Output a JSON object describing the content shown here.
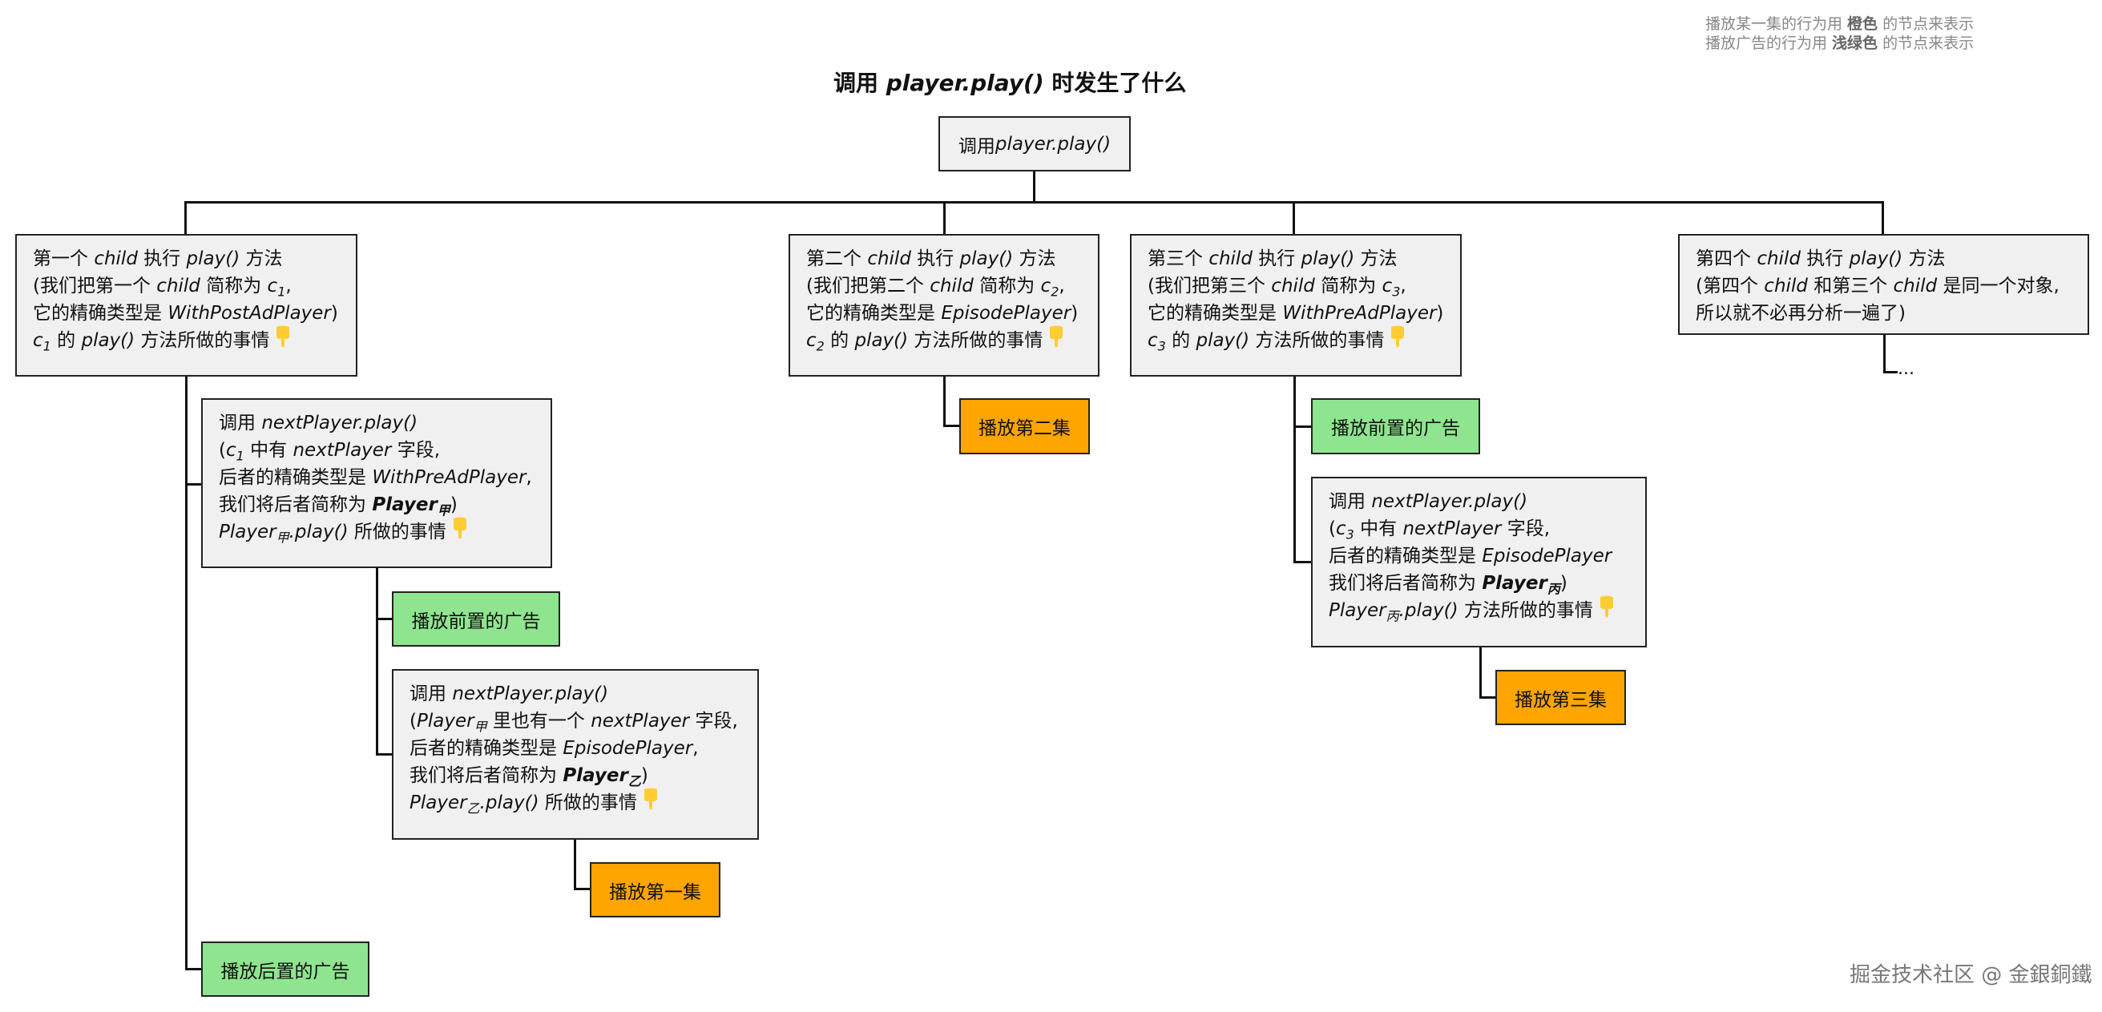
{
  "title": {
    "prefix": "调用 ",
    "code": "player.play()",
    "suffix": " 时发生了什么"
  },
  "legend": {
    "line1": {
      "before": "播放某一集的行为用 ",
      "color_word": "橙色",
      "after": " 的节点来表示"
    },
    "line2": {
      "before": "播放广告的行为用 ",
      "color_word": "浅绿色",
      "after": " 的节点来表示"
    }
  },
  "root": {
    "prefix": "调用 ",
    "code": "player.play()"
  },
  "children": [
    {
      "l1": {
        "a": "第一个 ",
        "b": "child",
        "c": " 执行 ",
        "d": "play()",
        "e": " 方法"
      },
      "l2": {
        "a": "(我们把第一个 ",
        "b": "child",
        "c": " 简称为 ",
        "d": "c",
        "sub": "1",
        "e": ","
      },
      "l3": {
        "a": "它的精确类型是 ",
        "b": "WithPostAdPlayer",
        "c": ")"
      },
      "l4": {
        "a": "c",
        "sub": "1",
        "b": " 的 ",
        "c": "play()",
        "d": " 方法所做的事情"
      }
    },
    {
      "l1": {
        "a": "第二个 ",
        "b": "child",
        "c": " 执行 ",
        "d": "play()",
        "e": " 方法"
      },
      "l2": {
        "a": "(我们把第二个 ",
        "b": "child",
        "c": " 简称为 ",
        "d": "c",
        "sub": "2",
        "e": ","
      },
      "l3": {
        "a": "它的精确类型是 ",
        "b": "EpisodePlayer",
        "c": ")"
      },
      "l4": {
        "a": "c",
        "sub": "2",
        "b": " 的 ",
        "c": "play()",
        "d": " 方法所做的事情"
      }
    },
    {
      "l1": {
        "a": "第三个 ",
        "b": "child",
        "c": " 执行 ",
        "d": "play()",
        "e": " 方法"
      },
      "l2": {
        "a": "(我们把第三个 ",
        "b": "child",
        "c": " 简称为 ",
        "d": "c",
        "sub": "3",
        "e": ","
      },
      "l3": {
        "a": "它的精确类型是 ",
        "b": "WithPreAdPlayer",
        "c": ")"
      },
      "l4": {
        "a": "c",
        "sub": "3",
        "b": " 的 ",
        "c": "play()",
        "d": " 方法所做的事情"
      }
    },
    {
      "l1": {
        "a": "第四个 ",
        "b": "child",
        "c": " 执行 ",
        "d": "play()",
        "e": " 方法"
      },
      "l2": {
        "a": "(第四个 ",
        "b": "child",
        "c": " 和第三个 ",
        "d": "child",
        "e": " 是同一个对象,"
      },
      "l3": "所以就不必再分析一遍了)",
      "ellipsis": "..."
    }
  ],
  "nested": {
    "c1_next": {
      "l1": {
        "a": "调用 ",
        "b": "nextPlayer.play()"
      },
      "l2": {
        "a": "(",
        "b": "c",
        "sub": "1",
        "c": " 中有 ",
        "d": "nextPlayer",
        "e": " 字段,"
      },
      "l3": {
        "a": "后者的精确类型是 ",
        "b": "WithPreAdPlayer",
        "c": ","
      },
      "l4": {
        "a": "我们将后者简称为 ",
        "b": "Player",
        "sub": "甲",
        "c": ")"
      },
      "l5": {
        "a": "Player",
        "sub": "甲",
        "b": ".play()",
        "c": " 所做的事情"
      }
    },
    "jia_next": {
      "l1": {
        "a": "调用 ",
        "b": "nextPlayer.play()"
      },
      "l2": {
        "a": "(",
        "b": "Player",
        "sub": "甲",
        "c": " 里也有一个 ",
        "d": "nextPlayer",
        "e": " 字段,"
      },
      "l3": {
        "a": "后者的精确类型是 ",
        "b": "EpisodePlayer",
        "c": ","
      },
      "l4": {
        "a": "我们将后者简称为 ",
        "b": "Player",
        "sub": "乙",
        "c": ")"
      },
      "l5": {
        "a": "Player",
        "sub": "乙",
        "b": ".play()",
        "c": " 所做的事情"
      }
    },
    "c3_next": {
      "l1": {
        "a": "调用 ",
        "b": "nextPlayer.play()"
      },
      "l2": {
        "a": "(",
        "b": "c",
        "sub": "3",
        "c": " 中有 ",
        "d": "nextPlayer",
        "e": " 字段,"
      },
      "l3": {
        "a": "后者的精确类型是 ",
        "b": "EpisodePlayer"
      },
      "l4": {
        "a": "我们将后者简称为 ",
        "b": "Player",
        "sub": "丙",
        "c": ")"
      },
      "l5": {
        "a": "Player",
        "sub": "丙",
        "b": ".play()",
        "c": " 方法所做的事情"
      }
    }
  },
  "actions": {
    "pre_ad_1": "播放前置的广告",
    "episode_1": "播放第一集",
    "post_ad": "播放后置的广告",
    "episode_2": "播放第二集",
    "pre_ad_3": "播放前置的广告",
    "episode_3": "播放第三集"
  },
  "colors": {
    "episode": "#ffa500",
    "ad": "#8fe58f",
    "node": "#f0f0f0",
    "hand": "#ffcc33"
  },
  "icons": {
    "pointer": "pointing-down-hand-icon"
  },
  "watermark": "掘金技术社区 @ 金銀銅鐵"
}
